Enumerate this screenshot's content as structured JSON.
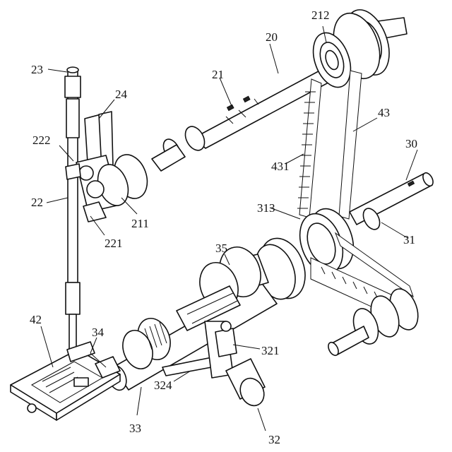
{
  "labels": {
    "l20": "20",
    "l21": "21",
    "l211": "211",
    "l212": "212",
    "l22": "22",
    "l221": "221",
    "l222": "222",
    "l23": "23",
    "l24": "24",
    "l30": "30",
    "l31": "31",
    "l313": "313",
    "l32": "32",
    "l321": "321",
    "l324": "324",
    "l33": "33",
    "l34": "34",
    "l35": "35",
    "l42": "42",
    "l43": "43",
    "l431": "431"
  }
}
